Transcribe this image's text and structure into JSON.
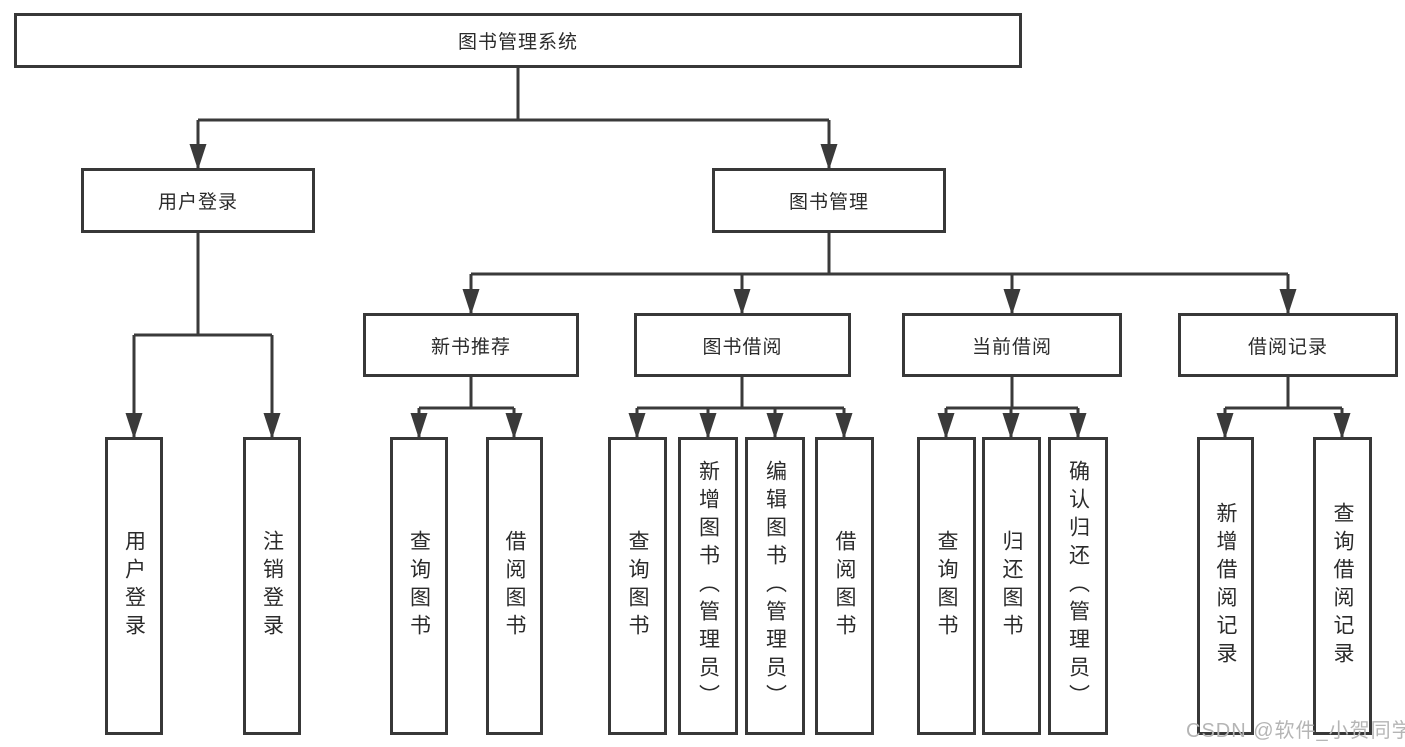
{
  "tree": {
    "root": "图书管理系统",
    "branches": [
      {
        "label": "用户登录",
        "children": [
          "用户登录",
          "注销登录"
        ]
      },
      {
        "label": "图书管理",
        "groups": [
          {
            "label": "新书推荐",
            "children": [
              "查询图书",
              "借阅图书"
            ]
          },
          {
            "label": "图书借阅",
            "children": [
              "查询图书",
              "新增图书（管理员）",
              "编辑图书（管理员）",
              "借阅图书"
            ]
          },
          {
            "label": "当前借阅",
            "children": [
              "查询图书",
              "归还图书",
              "确认归还（管理员）"
            ]
          },
          {
            "label": "借阅记录",
            "children": [
              "新增借阅记录",
              "查询借阅记录"
            ]
          }
        ]
      }
    ]
  },
  "watermark": {
    "text": "CSDN @软件_小贺同学"
  },
  "colors": {
    "line": "#3a3a3a",
    "box_border": "#383838",
    "text": "#2b2b2b",
    "watermark": "#b5b5b5",
    "background": "#ffffff"
  }
}
